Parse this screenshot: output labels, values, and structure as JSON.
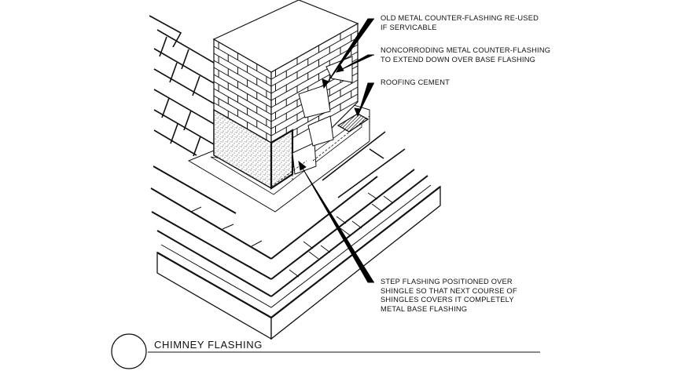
{
  "labels": {
    "counter_flashing_reused": [
      "OLD METAL COUNTER-FLASHING RE-USED",
      "IF SERVICABLE"
    ],
    "noncorroding_counter_flashing": [
      "NONCORRODING METAL COUNTER-FLASHING",
      "TO EXTEND DOWN OVER BASE FLASHING"
    ],
    "roofing_cement": [
      "ROOFING CEMENT"
    ],
    "step_flashing": [
      "STEP FLASHING POSITIONED OVER",
      "SHINGLE SO THAT NEXT COURSE OF",
      "SHINGLES COVERS IT COMPLETELY",
      "METAL BASE FLASHING"
    ]
  },
  "title": {
    "text": "CHIMNEY  FLASHING"
  },
  "colors": {
    "ink": "#111111",
    "background": "#ffffff",
    "leader": "#000000"
  }
}
